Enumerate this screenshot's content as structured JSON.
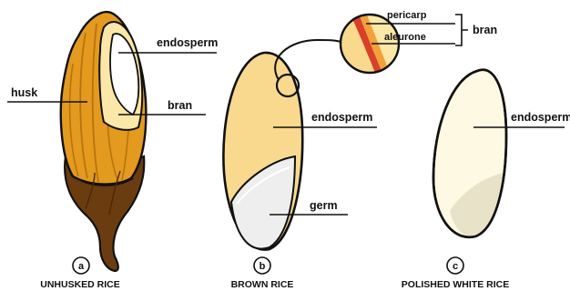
{
  "panels": [
    {
      "letter": "a",
      "caption": "UNHUSKED RICE",
      "labels": {
        "endosperm": "endosperm",
        "husk": "husk",
        "bran": "bran"
      }
    },
    {
      "letter": "b",
      "caption": "BROWN RICE",
      "labels": {
        "endosperm": "endosperm",
        "germ": "germ"
      }
    },
    {
      "letter": "c",
      "caption": "POLISHED WHITE RICE",
      "labels": {
        "endosperm": "endosperm"
      }
    }
  ],
  "inset": {
    "labels": {
      "pericarp": "pericarp",
      "aleurone": "aleurone",
      "group": "bran"
    }
  },
  "colors": {
    "husk_orange": "#E39A1E",
    "husk_dark": "#6B3C10",
    "husk_lines": "#B8730F",
    "bran_cream": "#FBE7A8",
    "endosperm_white": "#FFFFFF",
    "brown_rice_fill": "#F8D98E",
    "germ_white": "#EEEEEE",
    "polished_fill": "#FEF9E3",
    "polished_shade": "#E8E3C8",
    "pericarp_color": "#D8402A",
    "aleurone_color": "#F2A13A",
    "outline": "#111111"
  }
}
